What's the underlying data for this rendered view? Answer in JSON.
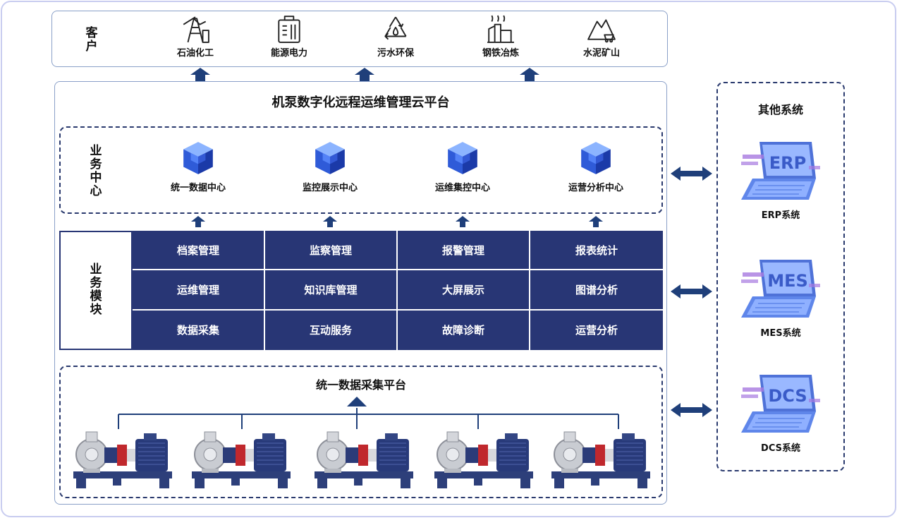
{
  "customers": {
    "label": "客户",
    "items": [
      {
        "label": "石油化工",
        "icon": "oil-derrick-icon"
      },
      {
        "label": "能源电力",
        "icon": "battery-icon"
      },
      {
        "label": "污水环保",
        "icon": "recycle-water-icon"
      },
      {
        "label": "钢铁冶炼",
        "icon": "factory-icon"
      },
      {
        "label": "水泥矿山",
        "icon": "mine-cart-icon"
      }
    ]
  },
  "platform": {
    "title": "机泵数字化远程运维管理云平台",
    "business_center": {
      "label": "业务中心",
      "items": [
        "统一数据中心",
        "监控展示中心",
        "运维集控中心",
        "运营分析中心"
      ]
    },
    "business_modules": {
      "label": "业务模块",
      "rows": [
        [
          "档案管理",
          "监察管理",
          "报警管理",
          "报表统计"
        ],
        [
          "运维管理",
          "知识库管理",
          "大屏展示",
          "图谱分析"
        ],
        [
          "数据采集",
          "互动服务",
          "故障诊断",
          "运营分析"
        ]
      ]
    },
    "data_platform": {
      "title": "统一数据采集平台",
      "pump_count": 5
    }
  },
  "other_systems": {
    "title": "其他系统",
    "items": [
      {
        "screen": "ERP",
        "label": "ERP系统"
      },
      {
        "screen": "MES",
        "label": "MES系统"
      },
      {
        "screen": "DCS",
        "label": "DCS系统"
      }
    ]
  },
  "colors": {
    "navy": "#283675",
    "arrow": "#1f3f7a",
    "accent_blue": "#2f5bd8",
    "frame": "#c9cdf0"
  }
}
